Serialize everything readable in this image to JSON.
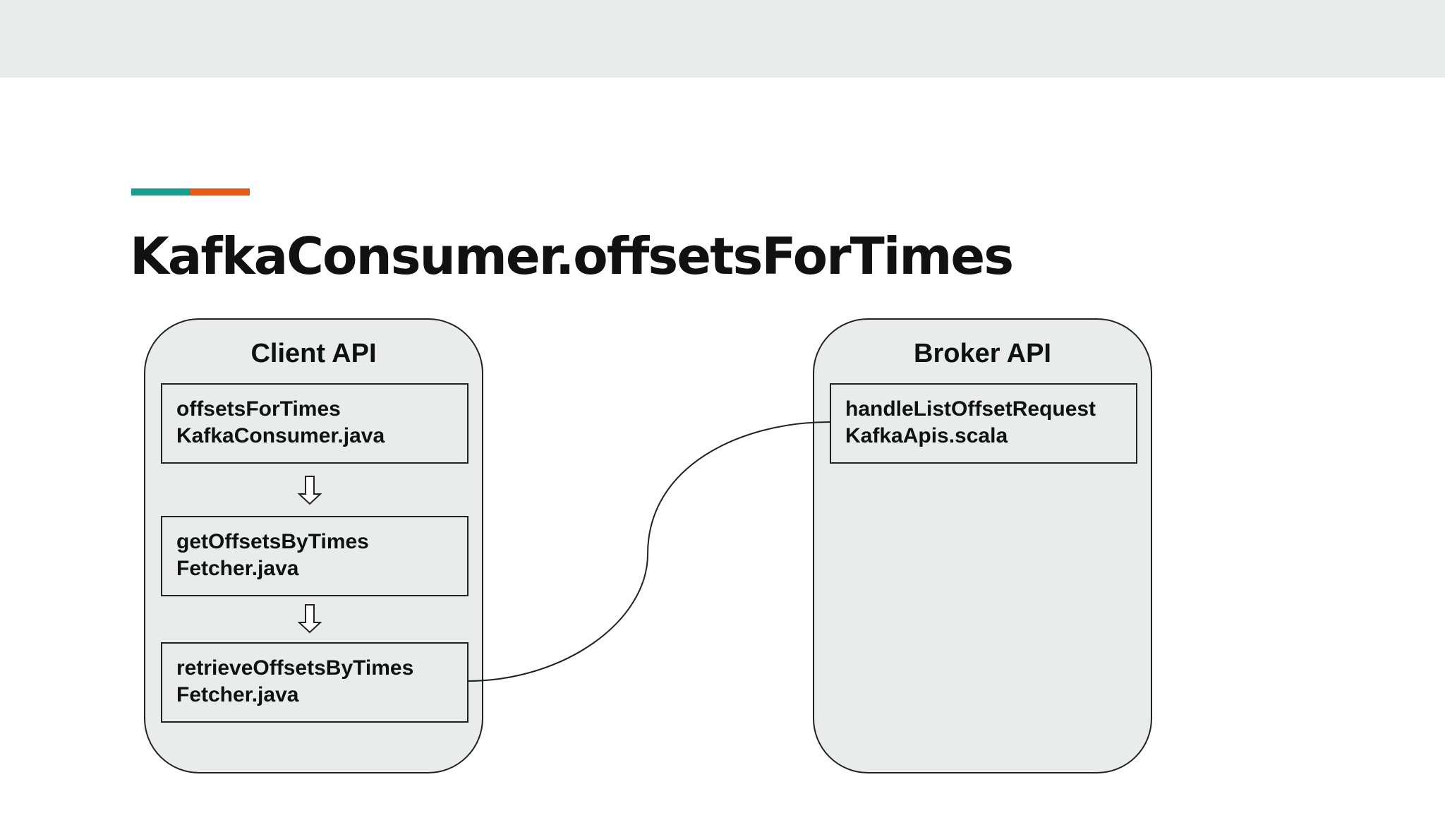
{
  "slide": {
    "title": "KafkaConsumer.offsetsForTimes",
    "accent_colors": [
      "#1a9e8b",
      "#e55a16"
    ]
  },
  "client_api": {
    "title": "Client API",
    "boxes": [
      {
        "method": "offsetsForTimes",
        "file": "KafkaConsumer.java"
      },
      {
        "method": "getOffsetsByTimes",
        "file": "Fetcher.java"
      },
      {
        "method": "retrieveOffsetsByTimes",
        "file": "Fetcher.java"
      }
    ],
    "arrow_icon": "down-arrow-icon"
  },
  "broker_api": {
    "title": "Broker API",
    "boxes": [
      {
        "method": "handleListOffsetRequest",
        "file": "KafkaApis.scala"
      }
    ]
  }
}
